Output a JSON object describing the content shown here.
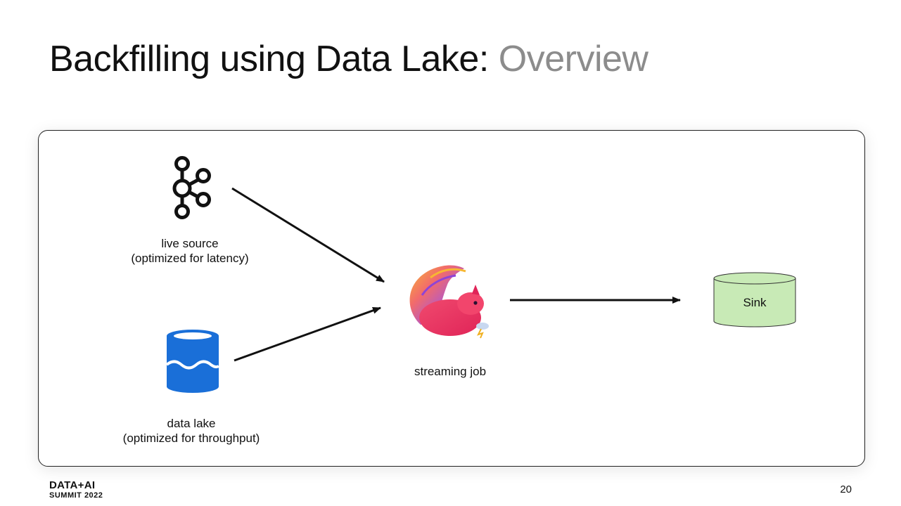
{
  "title": {
    "main": "Backfilling using Data Lake:",
    "accent": "Overview"
  },
  "nodes": {
    "live_source": {
      "name": "live source",
      "note": "(optimized for latency)",
      "icon": "kafka-icon"
    },
    "data_lake": {
      "name": "data lake",
      "note": "(optimized for throughput)",
      "icon": "data-lake-icon",
      "color": "#1a6fd8"
    },
    "streaming_job": {
      "name": "streaming job",
      "icon": "flink-squirrel-icon"
    },
    "sink": {
      "name": "Sink",
      "color": "#c8eab6"
    }
  },
  "footer": {
    "logo_line1": "DATA+AI",
    "logo_line2": "SUMMIT 2022",
    "page_number": "20"
  }
}
